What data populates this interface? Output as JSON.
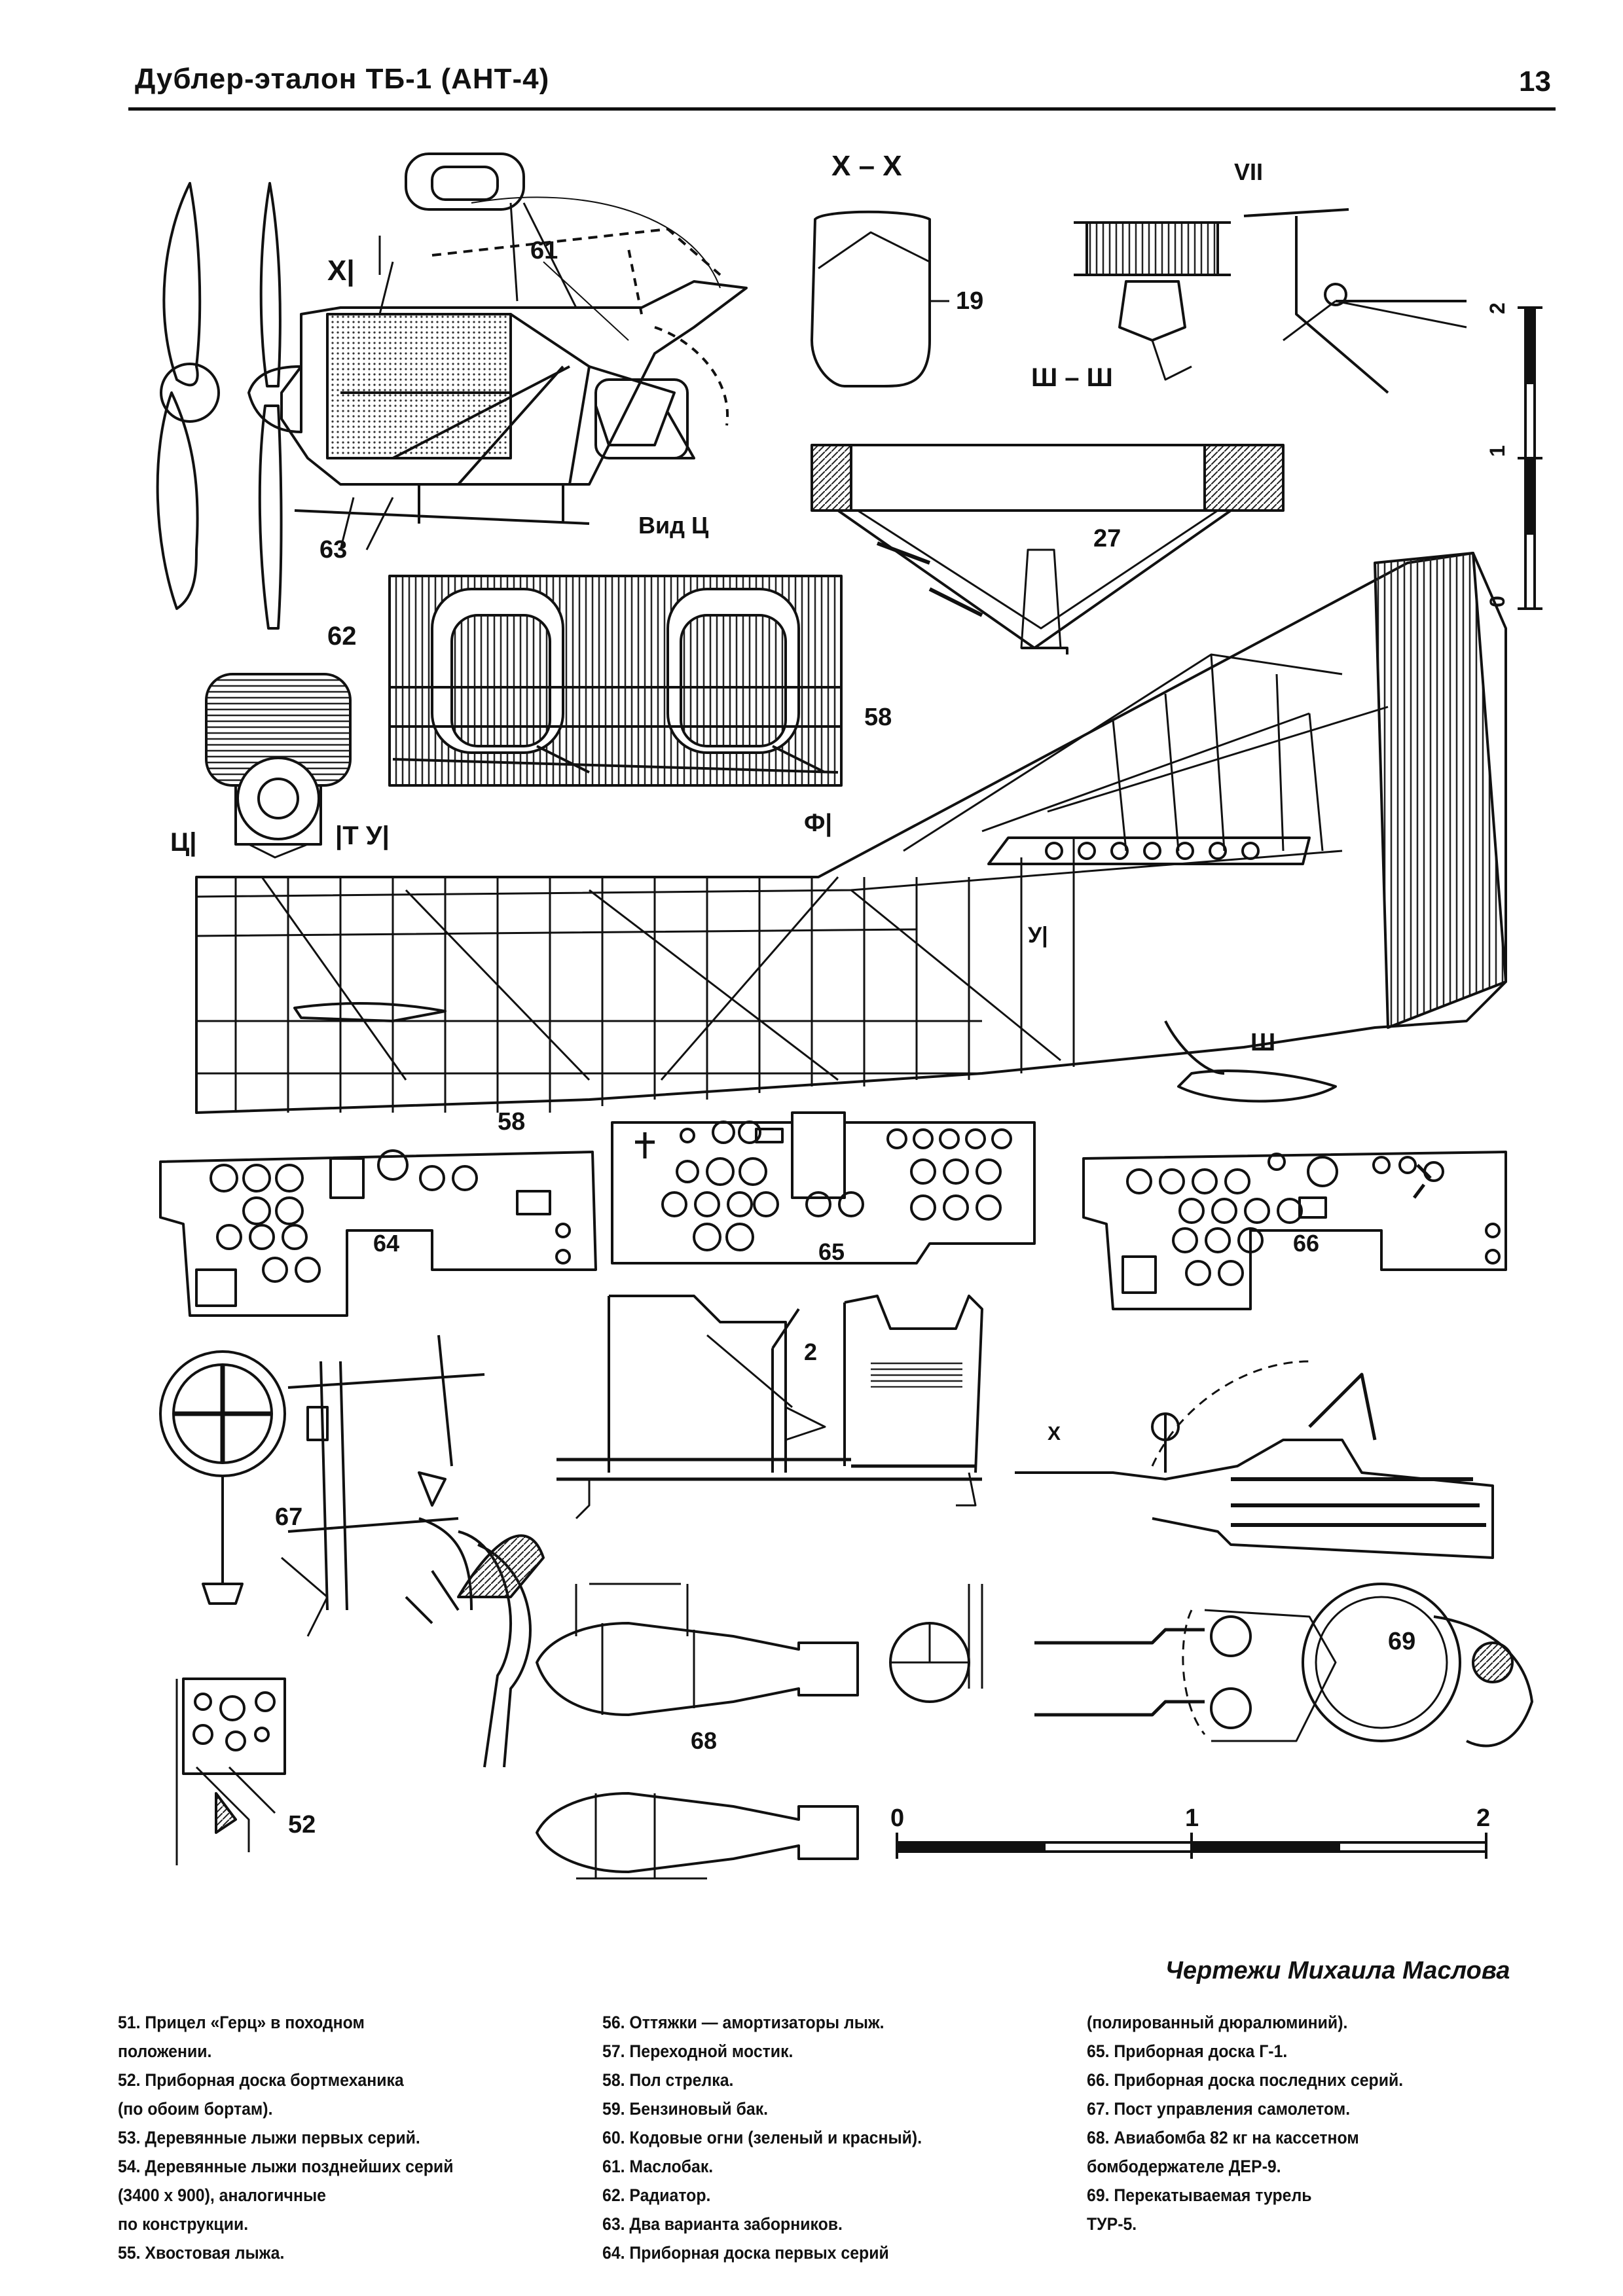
{
  "header": {
    "title": "Дублер-эталон ТБ-1 (АНТ-4)",
    "page_number": "13"
  },
  "labels": {
    "sec_x": "X|",
    "n61": "61",
    "n63": "63",
    "view_x_x": "X – X",
    "n19": "19",
    "view_vii": "VII",
    "scale_v_0": "0",
    "scale_v_1": "1",
    "scale_v_2": "2",
    "view_sh_sh": "Ш – Ш",
    "n27": "27",
    "vid_ts": "Вид Ц",
    "n62": "62",
    "n58_top": "58",
    "sec_ts": "Ц|",
    "sec_tu": "|Т У|",
    "sec_f": "Ф|",
    "mark_u": "У|",
    "mark_sh": "Ш",
    "n58_bottom": "58",
    "n64": "64",
    "n65": "65",
    "n66": "66",
    "n67": "67",
    "n2": "2",
    "mark_x_bottom": "Х",
    "n69": "69",
    "n68": "68",
    "n52": "52",
    "scale_h_0": "0",
    "scale_h_1": "1",
    "scale_h_2": "2"
  },
  "credit": "Чертежи Михаила Маслова",
  "captions": {
    "col1": [
      "51. Прицел «Герц» в походном",
      "положении.",
      "52. Приборная доска бортмеханика",
      "(по обоим бортам).",
      "53. Деревянные лыжи первых серий.",
      "54. Деревянные лыжи позднейших серий",
      "(3400 x 900), аналогичные",
      "по конструкции.",
      "55. Хвостовая лыжа."
    ],
    "col2": [
      "56. Оттяжки — амортизаторы лыж.",
      "57. Переходной мостик.",
      "58. Пол стрелка.",
      "59. Бензиновый бак.",
      "60. Кодовые огни (зеленый и красный).",
      "61. Маслобак.",
      "62. Радиатор.",
      "63. Два варианта заборников.",
      "64. Приборная доска первых серий"
    ],
    "col3": [
      "(полированный дюралюминий).",
      "65. Приборная доска Г-1.",
      "66. Приборная доска последних серий.",
      "67. Пост управления самолетом.",
      "68. Авиабомба 82 кг на кассетном",
      "бомбодержателе ДЕР-9.",
      "69. Перекатываемая турель",
      "ТУР-5."
    ]
  }
}
